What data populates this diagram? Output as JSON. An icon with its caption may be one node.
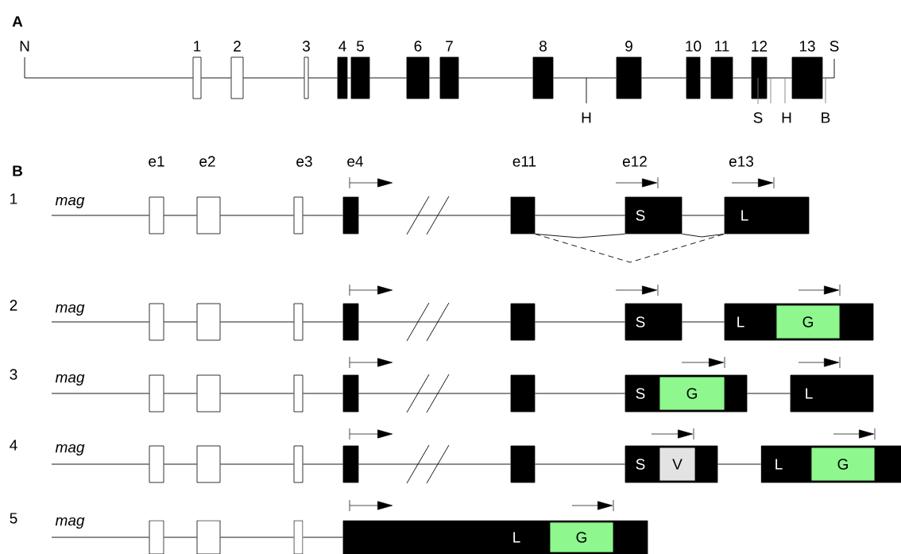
{
  "diagram": {
    "nodes": [
      {
        "text": [
          "1"
        ]
      },
      {
        "text": [
          "2"
        ]
      },
      {
        "text": [
          "3"
        ]
      },
      {
        "text": [
          "4"
        ]
      },
      {
        "text": [
          "5"
        ]
      },
      {
        "text": [
          "6"
        ]
      },
      {
        "text": [
          "7"
        ]
      },
      {
        "text": [
          "8"
        ]
      },
      {
        "text": [
          "9"
        ]
      },
      {
        "text": [
          "10"
        ]
      },
      {
        "text": [
          "11"
        ]
      },
      {
        "text": [
          "12"
        ]
      },
      {
        "text": [
          "13"
        ]
      },
      {
        "text": [],
        "shape": "box"
      },
      {
        "text": [],
        "shape": "box"
      },
      {
        "text": [],
        "shape": "box"
      },
      {
        "text": [],
        "shape": "box"
      },
      {
        "text": [],
        "shape": "box"
      },
      {
        "text": [
          "S"
        ]
      },
      {
        "text": [
          "L"
        ]
      },
      {
        "text": [],
        "shape": "box"
      },
      {
        "text": [],
        "shape": "box"
      },
      {
        "text": [],
        "shape": "box"
      },
      {
        "text": [],
        "shape": "box"
      },
      {
        "text": [],
        "shape": "box"
      },
      {
        "text": [
          "S"
        ]
      },
      {
        "text": [
          "L"
        ]
      },
      {
        "text": [
          "G"
        ],
        "in": 26
      },
      {
        "text": [],
        "shape": "box"
      },
      {
        "text": [],
        "shape": "box"
      },
      {
        "text": [],
        "shape": "box"
      },
      {
        "text": [],
        "shape": "box"
      },
      {
        "text": [],
        "shape": "box"
      },
      {
        "text": [
          "S"
        ]
      },
      {
        "text": [
          "G"
        ],
        "in": 33
      },
      {
        "text": [
          "L"
        ]
      },
      {
        "text": [],
        "shape": "box"
      },
      {
        "text": [],
        "shape": "box"
      },
      {
        "text": [],
        "shape": "box"
      },
      {
        "text": [],
        "shape": "box"
      },
      {
        "text": [],
        "shape": "box"
      },
      {
        "text": [
          "S"
        ]
      },
      {
        "text": [
          "V"
        ],
        "in": 41
      },
      {
        "text": [
          "L"
        ]
      },
      {
        "text": [
          "G"
        ],
        "in": 43
      },
      {
        "text": [],
        "shape": "box"
      },
      {
        "text": [],
        "shape": "box"
      },
      {
        "text": [],
        "shape": "box"
      },
      {
        "text": [
          "L"
        ]
      },
      {
        "text": [
          "G"
        ],
        "in": 48
      }
    ],
    "edges": [
      {
        "from": null,
        "to": 0,
        "arrow": "none"
      },
      {
        "from": 0,
        "to": 1,
        "arrow": "none"
      },
      {
        "from": 1,
        "to": 2,
        "arrow": "none"
      },
      {
        "from": 2,
        "to": 3,
        "arrow": "none"
      },
      {
        "from": 3,
        "to": 4,
        "arrow": "none"
      },
      {
        "from": 4,
        "to": 5,
        "arrow": "none"
      },
      {
        "from": 5,
        "to": 6,
        "arrow": "none"
      },
      {
        "from": 6,
        "to": 7,
        "arrow": "none"
      },
      {
        "from": 7,
        "to": 8,
        "arrow": "none"
      },
      {
        "from": 8,
        "to": 9,
        "arrow": "none"
      },
      {
        "from": 9,
        "to": 10,
        "arrow": "none"
      },
      {
        "from": 10,
        "to": 11,
        "arrow": "none"
      },
      {
        "from": 11,
        "to": 12,
        "arrow": "none"
      },
      {
        "from": 12,
        "to": null,
        "arrow": "none"
      },
      {
        "from": null,
        "to": 13,
        "arrow": "none"
      },
      {
        "from": 13,
        "to": 14,
        "arrow": "none"
      },
      {
        "from": 14,
        "to": 15,
        "arrow": "none"
      },
      {
        "from": 15,
        "to": 16,
        "arrow": "none"
      },
      {
        "from": 16,
        "to": 17,
        "arrow": "none"
      },
      {
        "from": 17,
        "to": 18,
        "arrow": "none"
      },
      {
        "from": 18,
        "to": 19,
        "arrow": "none"
      },
      {
        "from": 17,
        "to": 18,
        "arrow": "none"
      },
      {
        "from": 17,
        "to": 19,
        "arrow": "none",
        "style": "dashed"
      },
      {
        "from": 18,
        "to": 19,
        "arrow": "none"
      },
      {
        "from": null,
        "to": 20,
        "arrow": "none"
      },
      {
        "from": 20,
        "to": 21,
        "arrow": "none"
      },
      {
        "from": 21,
        "to": 22,
        "arrow": "none"
      },
      {
        "from": 22,
        "to": 23,
        "arrow": "none"
      },
      {
        "from": 23,
        "to": 24,
        "arrow": "none"
      },
      {
        "from": 24,
        "to": 25,
        "arrow": "none"
      },
      {
        "from": 25,
        "to": 26,
        "arrow": "none"
      },
      {
        "from": null,
        "to": 28,
        "arrow": "none"
      },
      {
        "from": 28,
        "to": 29,
        "arrow": "none"
      },
      {
        "from": 29,
        "to": 30,
        "arrow": "none"
      },
      {
        "from": 30,
        "to": 31,
        "arrow": "none"
      },
      {
        "from": 31,
        "to": 32,
        "arrow": "none"
      },
      {
        "from": 32,
        "to": 33,
        "arrow": "none"
      },
      {
        "from": 33,
        "to": 35,
        "arrow": "none"
      },
      {
        "from": null,
        "to": 36,
        "arrow": "none"
      },
      {
        "from": 36,
        "to": 37,
        "arrow": "none"
      },
      {
        "from": 37,
        "to": 38,
        "arrow": "none"
      },
      {
        "from": 38,
        "to": 39,
        "arrow": "none"
      },
      {
        "from": 39,
        "to": 40,
        "arrow": "none"
      },
      {
        "from": 40,
        "to": 41,
        "arrow": "none"
      },
      {
        "from": 41,
        "to": 43,
        "arrow": "none"
      },
      {
        "from": null,
        "to": 45,
        "arrow": "none"
      },
      {
        "from": 45,
        "to": 46,
        "arrow": "none"
      },
      {
        "from": 46,
        "to": 47,
        "arrow": "none"
      },
      {
        "from": 47,
        "to": 48,
        "arrow": "none"
      }
    ],
    "labels": [
      "A",
      "N",
      "S",
      "H",
      "S",
      "H",
      "B",
      "B",
      "e1",
      "e2",
      "e3",
      "e4",
      "e11",
      "e12",
      "e13",
      "1",
      "mag",
      "2",
      "mag",
      "3",
      "mag",
      "4",
      "mag",
      "5",
      "mag"
    ]
  }
}
